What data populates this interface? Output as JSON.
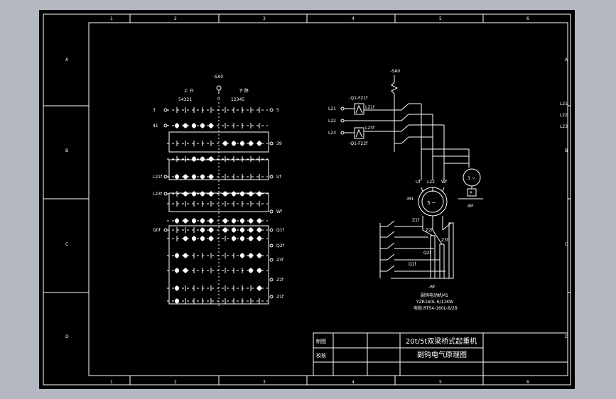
{
  "frame": {
    "column_numbers": [
      "1",
      "2",
      "3",
      "4",
      "5",
      "6"
    ],
    "row_letters": [
      "A",
      "B",
      "C",
      "D"
    ]
  },
  "left_circuit": {
    "switch_label": "-SA0",
    "switch_zero": "0",
    "up_label": "上 升",
    "up_positions": "54321",
    "down_label": "下 降",
    "down_positions": "12345",
    "left_terminals": [
      "3",
      "41",
      "L21f",
      "L23f",
      "Q0f"
    ],
    "right_terminals": [
      "5",
      "39",
      "Uf",
      "Wf",
      "Q1f",
      "Q2f",
      "Z3f",
      "Z2f",
      "Z1f"
    ]
  },
  "right_circuit": {
    "switch_label": "-SA0",
    "phase_inputs": [
      "L21",
      "L22",
      "L23"
    ],
    "breaker_top": "-Q1-F21f",
    "breaker_bottom": "-Q1-F22f",
    "breaker_out_top": "L21f",
    "breaker_out_bottom": "L23f",
    "motor_label": "-M1",
    "motor_inner": "3 ~",
    "motor_terminals": [
      "Uf",
      "L22",
      "Wf"
    ],
    "aux_motor_inner": "3 ~",
    "aux_box_label": "P",
    "aux_label": "-BF",
    "resistor_labels": [
      "Z1f",
      "Z2f",
      "Z3f",
      "Q2f",
      "Q1f"
    ],
    "resistor_label": "-RF",
    "spec_lines": [
      "副钩电动机M1",
      "YZR160L-6/11KW",
      "电阻:RT54-160L-6/2B"
    ],
    "bus_labels": [
      "L21",
      "L22",
      "L23"
    ]
  },
  "title_block": {
    "drawn_label": "制图",
    "checked_label": "校核",
    "title_line1": "20t/5t双梁桥式起重机",
    "title_line2": "副钩电气原理图"
  }
}
